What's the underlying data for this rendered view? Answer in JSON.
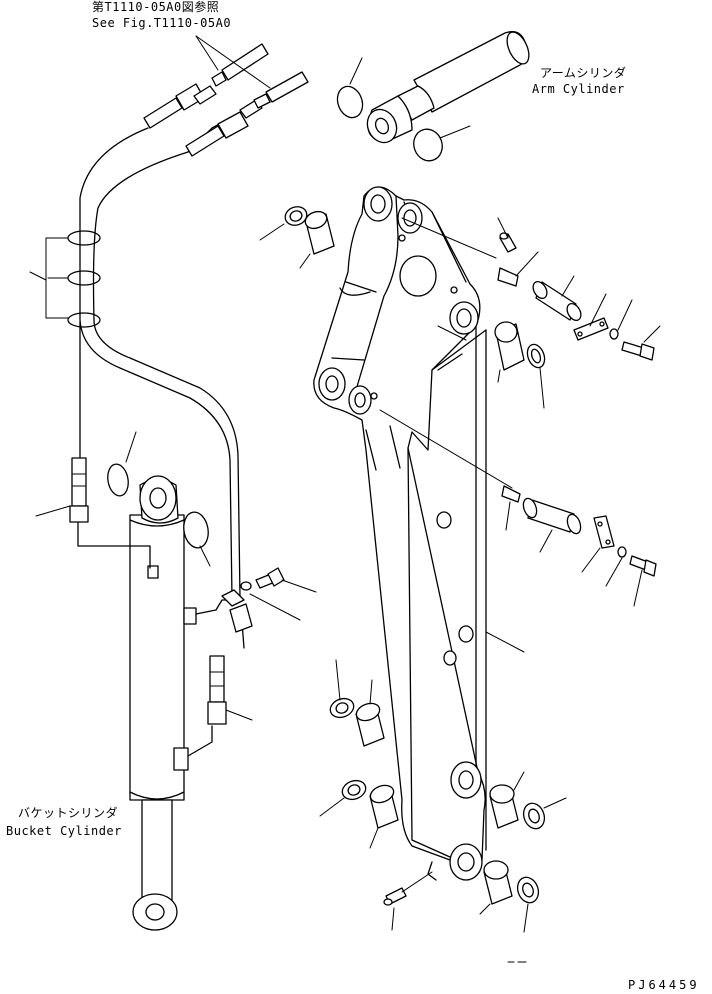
{
  "labels": {
    "ref_jp": "第T1110-05A0図参照",
    "ref_en": "See Fig.T1110-05A0",
    "arm_jp": "アームシリンダ",
    "arm_en": "Arm Cylinder",
    "bucket_jp": "バケットシリンダ",
    "bucket_en": "Bucket Cylinder",
    "drawing_code": "PJ64459"
  }
}
